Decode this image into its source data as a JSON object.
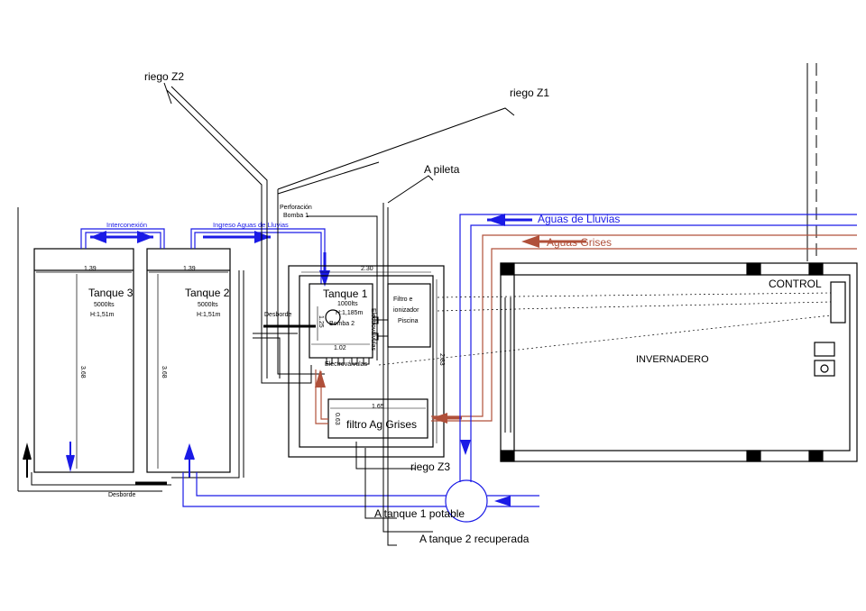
{
  "labels": {
    "riego_z2": "riego Z2",
    "riego_z1": "riego Z1",
    "a_pileta": "A pileta",
    "perforacion": "Perforación",
    "bomba1": "Bomba 1",
    "interconexion": "Interconexión",
    "ingreso_lluvias": "Ingreso Aguas de Lluvias",
    "aguas_lluvias": "Aguas de Lluvias",
    "aguas_grises": "Aguas Grises",
    "control": "CONTROL",
    "invernadero": "INVERNADERO",
    "desborde_top": "Desborde",
    "desborde_bottom": "Desborde",
    "riego_z3": "riego Z3",
    "a_tanque1": "A tanque 1 potable",
    "a_tanque2": "A tanque 2 recuperada",
    "electrovalvulas_side": "Electroválvulas",
    "electrovalvulas_bottom": "Electroválvulas"
  },
  "tanks": {
    "t3": {
      "name": "Tanque 3",
      "capacity": "5000lts",
      "height": "H:1,51m",
      "width_dim": "1.39",
      "height_dim": "3.68"
    },
    "t2": {
      "name": "Tanque 2",
      "capacity": "5000lts",
      "height": "H:1,51m",
      "width_dim": "1.39",
      "height_dim": "3.68"
    },
    "t1": {
      "name": "Tanque 1",
      "capacity": "1000lts",
      "height": "H:1,185m",
      "width_dim": "1.02",
      "height_dim": "1.25",
      "pump": "Bomba 2"
    }
  },
  "filtro_piscina": {
    "line1": "Filtro e",
    "line2": "ionizador",
    "line3": "Piscina"
  },
  "filtro_grises": {
    "name": "filtro Ag Grises",
    "width_dim": "1.65",
    "height_dim": "0.63"
  },
  "enclosure": {
    "width_dim": "2.30",
    "height_dim": "2.83"
  },
  "colors": {
    "rain": "#1a1ae6",
    "grey": "#b0503a",
    "line": "#000000"
  }
}
